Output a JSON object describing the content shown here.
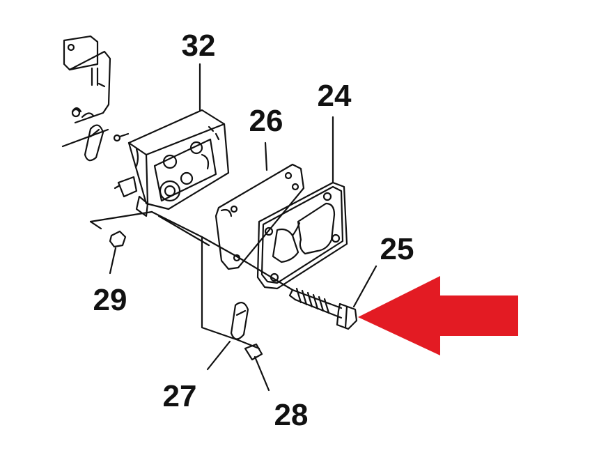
{
  "labels": {
    "p24": "24",
    "p25": "25",
    "p26": "26",
    "p27": "27",
    "p28": "28",
    "p29": "29",
    "p32": "32"
  },
  "colors": {
    "ink": "#111111",
    "arrow": "#e31b23",
    "background": "#ffffff"
  },
  "icons": {
    "arrow": "left-arrow-icon"
  }
}
